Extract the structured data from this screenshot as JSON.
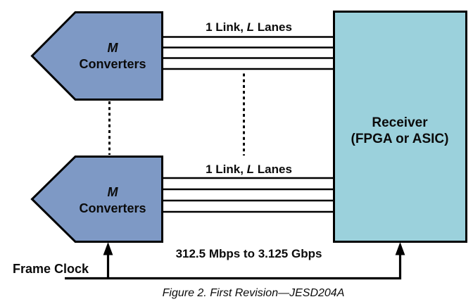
{
  "colors": {
    "converter_fill": "#7e99c5",
    "receiver_fill": "#9bd1dc",
    "stroke": "#000000"
  },
  "converters": {
    "top": {
      "qty": "M",
      "name": "Converters"
    },
    "bottom": {
      "qty": "M",
      "name": "Converters"
    }
  },
  "receiver": {
    "line1": "Receiver",
    "line2": "(FPGA or ASIC)"
  },
  "links": {
    "lanes_per_link": 4,
    "top_label": {
      "pre": "1 Link, ",
      "em": "L",
      "post": " Lanes"
    },
    "bottom_label": {
      "pre": "1 Link, ",
      "em": "L",
      "post": " Lanes"
    }
  },
  "rate_label": "312.5 Mbps to 3.125 Gbps",
  "frame_clock_label": "Frame Clock",
  "caption": "Figure 2. First Revision—JESD204A"
}
